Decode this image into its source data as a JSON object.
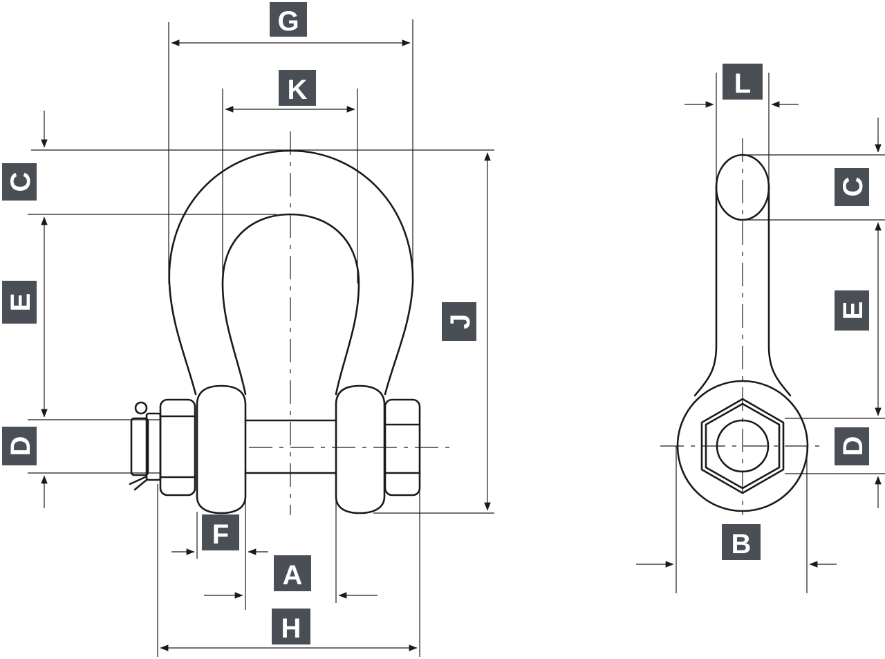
{
  "labels": {
    "G": "G",
    "K": "K",
    "C": "C",
    "E": "E",
    "D": "D",
    "J": "J",
    "F": "F",
    "A": "A",
    "H": "H",
    "L": "L",
    "C_side": "C",
    "E_side": "E",
    "D_side": "D",
    "B": "B"
  }
}
